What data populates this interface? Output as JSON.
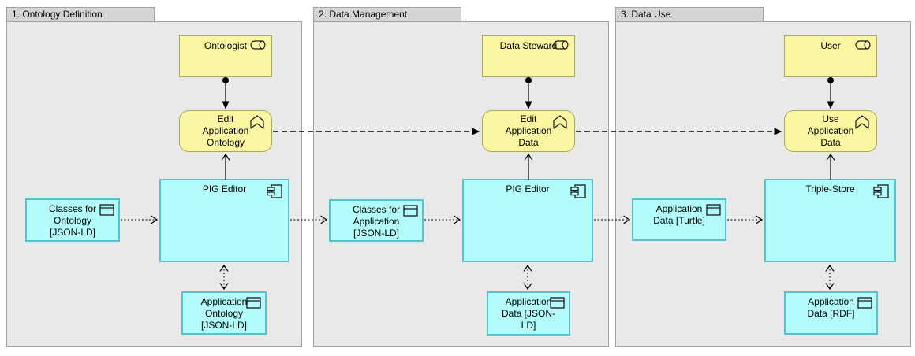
{
  "groups": [
    {
      "title": "1. Ontology Definition"
    },
    {
      "title": "2. Data Management"
    },
    {
      "title": "3. Data Use"
    }
  ],
  "nodes": {
    "ontologist": {
      "label": "Ontologist",
      "type": "business-actor"
    },
    "edit_app_ontology": {
      "label": "Edit\nApplication\nOntology",
      "type": "function"
    },
    "pig_editor_1": {
      "label": "PIG Editor",
      "type": "application-component"
    },
    "classes_for_ontology": {
      "label": "Classes for\nOntology\n[JSON-LD]",
      "type": "data-object"
    },
    "application_ontology": {
      "label": "Application\nOntology\n[JSON-LD]",
      "type": "data-object"
    },
    "data_steward": {
      "label": "Data Steward",
      "type": "business-actor"
    },
    "edit_app_data": {
      "label": "Edit\nApplication\nData",
      "type": "function"
    },
    "pig_editor_2": {
      "label": "PIG Editor",
      "type": "application-component"
    },
    "classes_for_application": {
      "label": "Classes for\nApplication\n[JSON-LD]",
      "type": "data-object"
    },
    "application_data_jsonld": {
      "label": "Application\nData [JSON-\nLD]",
      "type": "data-object"
    },
    "user": {
      "label": "User",
      "type": "business-actor"
    },
    "use_app_data": {
      "label": "Use\nApplication\nData",
      "type": "function"
    },
    "triple_store": {
      "label": "Triple-Store",
      "type": "application-component"
    },
    "application_data_turtle": {
      "label": "Application\nData [Turtle]",
      "type": "data-object"
    },
    "application_data_rdf": {
      "label": "Application\nData [RDF]",
      "type": "data-object"
    }
  },
  "relations": [
    {
      "from": "Ontologist",
      "to": "Edit Application Ontology",
      "type": "assignment"
    },
    {
      "from": "PIG Editor",
      "to": "Edit Application Ontology",
      "type": "serving"
    },
    {
      "from": "Classes for Ontology [JSON-LD]",
      "to": "PIG Editor",
      "type": "access"
    },
    {
      "from": "PIG Editor",
      "to": "Application Ontology [JSON-LD]",
      "type": "access-both"
    },
    {
      "from": "Edit Application Ontology",
      "to": "Edit Application Data",
      "type": "flow"
    },
    {
      "from": "PIG Editor",
      "to": "Classes for Application [JSON-LD]",
      "type": "access"
    },
    {
      "from": "Data Steward",
      "to": "Edit Application Data",
      "type": "assignment"
    },
    {
      "from": "PIG Editor (2)",
      "to": "Edit Application Data",
      "type": "serving"
    },
    {
      "from": "Classes for Application [JSON-LD]",
      "to": "PIG Editor (2)",
      "type": "access"
    },
    {
      "from": "PIG Editor (2)",
      "to": "Application Data [JSON-LD]",
      "type": "access-both"
    },
    {
      "from": "Edit Application Data",
      "to": "Use Application Data",
      "type": "flow"
    },
    {
      "from": "PIG Editor (2)",
      "to": "Application Data [Turtle]",
      "type": "access"
    },
    {
      "from": "User",
      "to": "Use Application Data",
      "type": "assignment"
    },
    {
      "from": "Triple-Store",
      "to": "Use Application Data",
      "type": "serving"
    },
    {
      "from": "Application Data [Turtle]",
      "to": "Triple-Store",
      "type": "access"
    },
    {
      "from": "Triple-Store",
      "to": "Application Data [RDF]",
      "type": "access-both"
    }
  ],
  "colors": {
    "business_fill": "#faf6a1",
    "business_border": "#aba75d",
    "application_fill": "#b3fcfc",
    "application_border": "#55c2ce",
    "group_tab": "#d4d4d4",
    "group_body": "#e9e9e9",
    "group_border": "#a3a3a3",
    "line": "#000000"
  }
}
